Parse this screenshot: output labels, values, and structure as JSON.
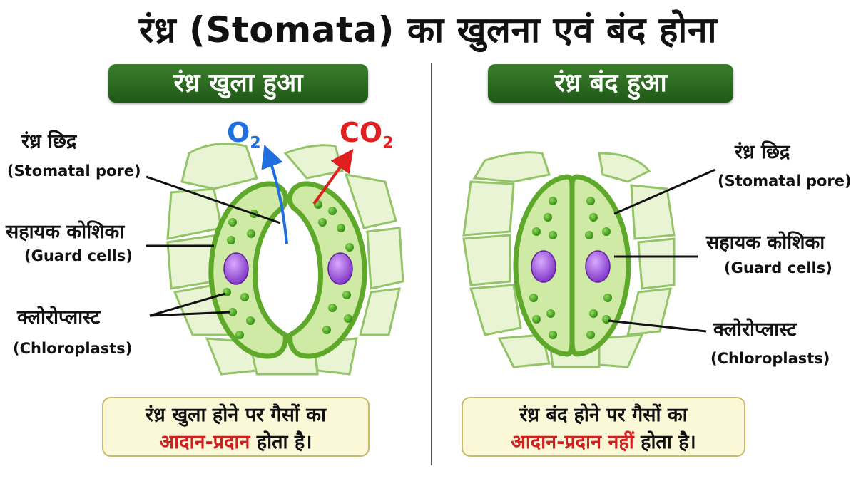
{
  "title": "रंध्र (Stomata) का खुलना एवं बंद होना",
  "open": {
    "heading": "रंध्र खुला हुआ",
    "pore_hi": "रंध्र छिद्र",
    "pore_en": "(Stomatal pore)",
    "guard_hi": "सहायक कोशिका",
    "guard_en": "(Guard cells)",
    "chloro_hi": "क्लोरोप्लास्ट",
    "chloro_en": "(Chloroplasts)",
    "gas_out_left": "O",
    "gas_out_left_sub": "2",
    "gas_out_right": "CO",
    "gas_out_right_sub": "2",
    "note_line1": "रंध्र खुला होने पर गैसों का",
    "note_red": "आदान-प्रदान",
    "note_rest": " होता है।"
  },
  "closed": {
    "heading": "रंध्र बंद हुआ",
    "pore_hi": "रंध्र छिद्र",
    "pore_en": "(Stomatal pore)",
    "guard_hi": "सहायक कोशिका",
    "guard_en": "(Guard cells)",
    "chloro_hi": "क्लोरोप्लास्ट",
    "chloro_en": "(Chloroplasts)",
    "note_line1": "रंध्र बंद होने पर गैसों का",
    "note_red": "आदान-प्रदान नहीं",
    "note_rest": " होता है।"
  },
  "colors": {
    "banner_green": "#2b6d22",
    "cell_wall": "#5ea82a",
    "cell_fill": "#cfeaa4",
    "nucleus": "#9b4fd6",
    "chloroplast": "#3f9e1e",
    "o2_arrow": "#1f6fe0",
    "co2_arrow": "#e02020",
    "note_bg": "#fbf8d7"
  }
}
